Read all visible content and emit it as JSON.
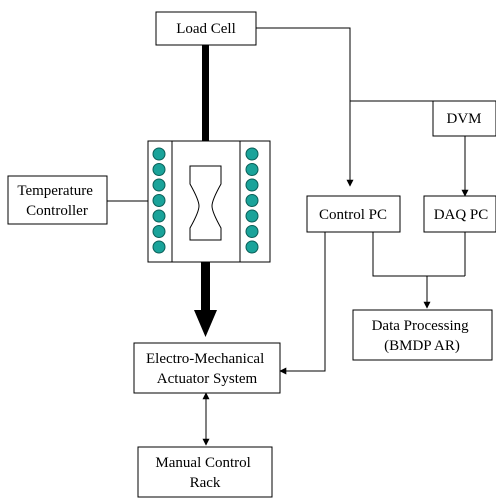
{
  "nodes": {
    "load_cell": {
      "label": "Load Cell"
    },
    "dvm": {
      "label": "DVM"
    },
    "temperature_controller": {
      "lines": [
        "Temperature",
        "Controller"
      ]
    },
    "control_pc": {
      "label": "Control PC"
    },
    "daq_pc": {
      "label": "DAQ PC"
    },
    "data_processing": {
      "lines": [
        "Data Processing",
        "(BMDP AR)"
      ]
    },
    "actuator_system": {
      "lines": [
        "Electro-Mechanical",
        "Actuator System"
      ]
    },
    "manual_control_rack": {
      "lines": [
        "Manual Control",
        "Rack"
      ]
    }
  },
  "colors": {
    "stroke": "#000000",
    "box_fill": "#ffffff",
    "heater_coil": "#1aa39a",
    "heater_coil_stroke": "#0b5f58"
  },
  "furnace": {
    "heater_coils_per_side": 7
  }
}
